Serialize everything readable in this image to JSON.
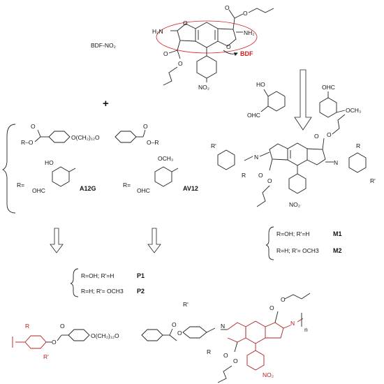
{
  "labels": {
    "bdf_no2": "BDF-NO₂",
    "bdf": "BDF",
    "plus": "+",
    "h2n_left": "H₂N",
    "nh2_right": "NH₂",
    "no2": "NO₂",
    "ho": "HO",
    "ohc": "OHC",
    "och3": "OCH₃",
    "r_eq_left": "R=",
    "r_eq_right": "R=",
    "a12g": "A12G",
    "av12": "AV12",
    "spacer": "O(CH₂)₁₂O",
    "r_o": "R–O",
    "o_r": "O–R",
    "r_prime": "R'",
    "r": "R",
    "n": "N",
    "n_sub": "n",
    "m1_cond": "R=OH; R'=H",
    "m2_cond": "R=H;  R'= OCH3",
    "m1": "M1",
    "m2": "M2",
    "p1_cond": "R=OH; R'=H",
    "p2_cond": "R=H;  R'= OCH3",
    "p1": "P1",
    "p2": "P2"
  },
  "colors": {
    "structure": "#222222",
    "polymer_end": "#b02020",
    "bdf_highlight": "#d62020"
  }
}
